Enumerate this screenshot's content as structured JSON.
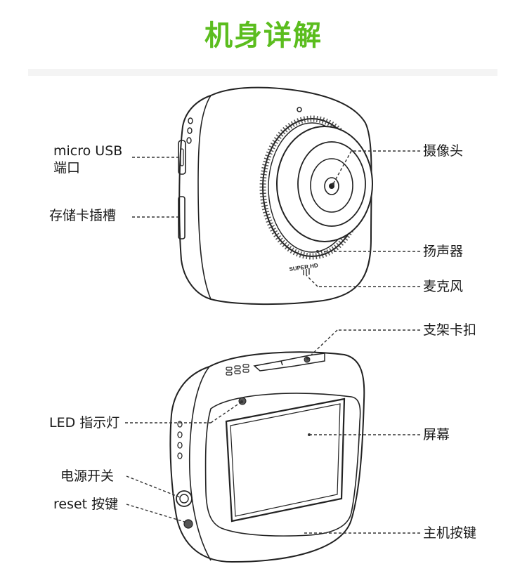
{
  "title": "机身详解",
  "colors": {
    "title": "#5bbd1e",
    "line": "#222222",
    "leader": "#333333",
    "background": "#ffffff"
  },
  "camera_front": {
    "badge": "SUPER HD",
    "labels": {
      "usb_line1": "micro USB",
      "usb_line2": "端口",
      "card_slot": "存储卡插槽",
      "lens": "摄像头",
      "speaker": "扬声器",
      "mic": "麦克风"
    }
  },
  "camera_back": {
    "labels": {
      "mount_clip": "支架卡扣",
      "led": "LED 指示灯",
      "screen": "屏幕",
      "power": "电源开关",
      "reset": "reset 按键",
      "main_button": "主机按键"
    }
  }
}
